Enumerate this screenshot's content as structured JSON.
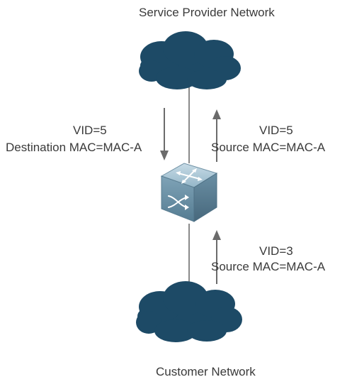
{
  "top_network": {
    "label": "Service Provider Network"
  },
  "bottom_network": {
    "label": "Customer Network"
  },
  "downlink_left": {
    "vid": "VID=5",
    "mac": "Destination MAC=MAC-A"
  },
  "uplink_top": {
    "vid": "VID=5",
    "mac": "Source MAC=MAC-A"
  },
  "uplink_bottom": {
    "vid": "VID=3",
    "mac": "Source MAC=MAC-A"
  },
  "colors": {
    "cloud": "#1d4a66",
    "link": "#8a8a8a",
    "arrow": "#6b6b6b",
    "switch_top": "#a9c6d6",
    "switch_front": "#6e93a8",
    "text": "#3a3a3a"
  },
  "icons": [
    "cloud-icon",
    "switch-icon",
    "arrow-down-icon",
    "arrow-up-icon"
  ]
}
